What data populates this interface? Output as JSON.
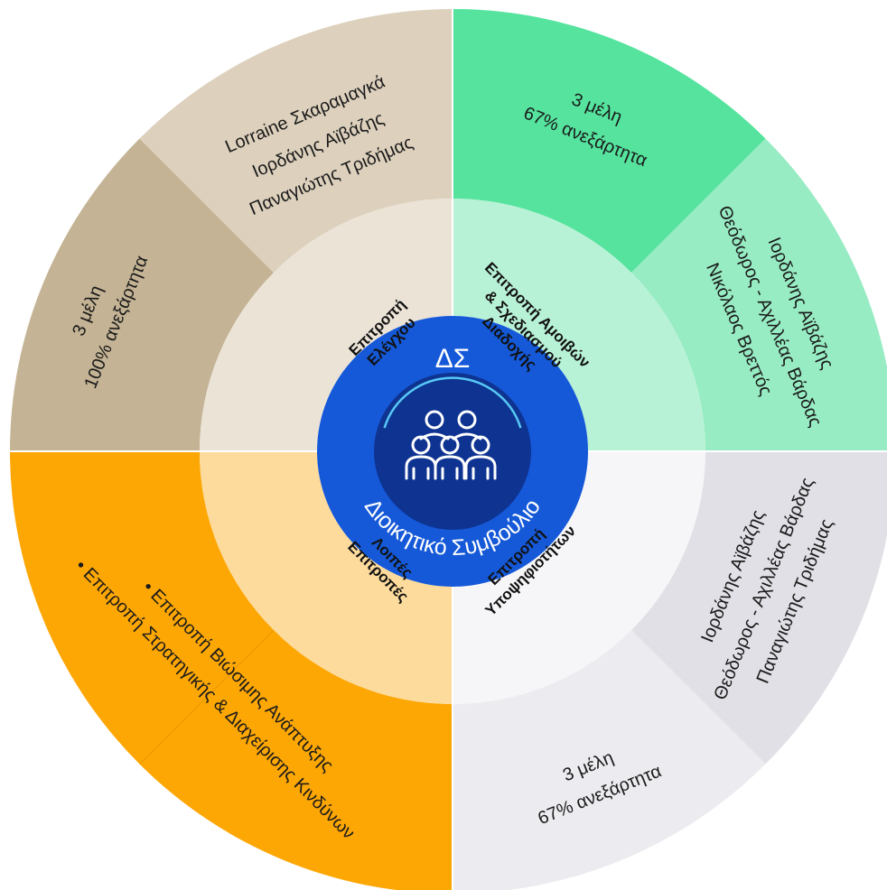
{
  "center": {
    "abbr": "ΔΣ",
    "title": "Διοικητικό Συμβούλιο",
    "icon": "people-group-icon",
    "color_outer": "#1559d8",
    "color_inner": "#0e3391"
  },
  "committees": [
    {
      "id": "audit",
      "name": [
        "Επιτροπή",
        "Ελέγχου"
      ],
      "stats": [
        "3 μέλη",
        "100% ανεξάρτητα"
      ],
      "members": [
        "Lorraine Σκαραμαγκά",
        "Ιορδάνης Αϊβάζης",
        "Παναγιώτης Τριδήμας"
      ],
      "colors": {
        "inner": "#ebe3d6",
        "stats": "#c4b394",
        "members": "#ddd1bd"
      }
    },
    {
      "id": "remuneration",
      "name": [
        "Επιτροπή Αμοιβών",
        "& Σχεδιασμού",
        "Διαδοχής"
      ],
      "stats": [
        "3 μέλη",
        "67% ανεξάρτητα"
      ],
      "members": [
        "Ιορδάνης Αϊβάζης",
        "Θεόδωρος - Αχιλλέας Βάρδας",
        "Νικόλαος Βρεττός"
      ],
      "colors": {
        "inner": "#b8f2d6",
        "stats": "#55e39e",
        "members": "#97ecc3"
      }
    },
    {
      "id": "nomination",
      "name": [
        "Επιτροπή",
        "Υποψηφιοτήτων"
      ],
      "stats": [
        "3 μέλη",
        "67% ανεξάρτητα"
      ],
      "members": [
        "Ιορδάνης Αϊβάζης",
        "Θεόδωρος - Αχιλλέας Βάρδας",
        "Παναγιώτης Τριδήμας"
      ],
      "colors": {
        "inner": "#f6f6f8",
        "stats": "#ececf0",
        "members": "#e0e0e6"
      }
    },
    {
      "id": "other",
      "name": [
        "Λοιπές",
        "Επιτροπές"
      ],
      "items": [
        "• Επιτροπή Βιώσιμης Ανάπτυξης",
        "• Επιτροπή Στρατηγικής & Διαχείρισης Κινδύνων"
      ],
      "colors": {
        "inner": "#fddb9c",
        "outer": "#fda705",
        "line": "#f09c00"
      }
    }
  ]
}
